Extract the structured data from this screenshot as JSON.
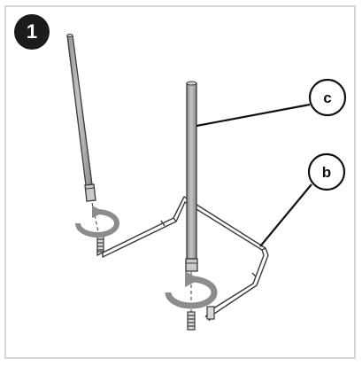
{
  "step": {
    "number": "1"
  },
  "callouts": {
    "upright_rod": "c",
    "base_frame": "b"
  },
  "colors": {
    "badge": "#1c1c1c",
    "rod": "#a3a3a3",
    "outline": "#3a3a3a",
    "rotation_arrow": "#8c8c8c"
  },
  "icons": [
    "rotate-clockwise-icon",
    "rotate-clockwise-icon"
  ]
}
